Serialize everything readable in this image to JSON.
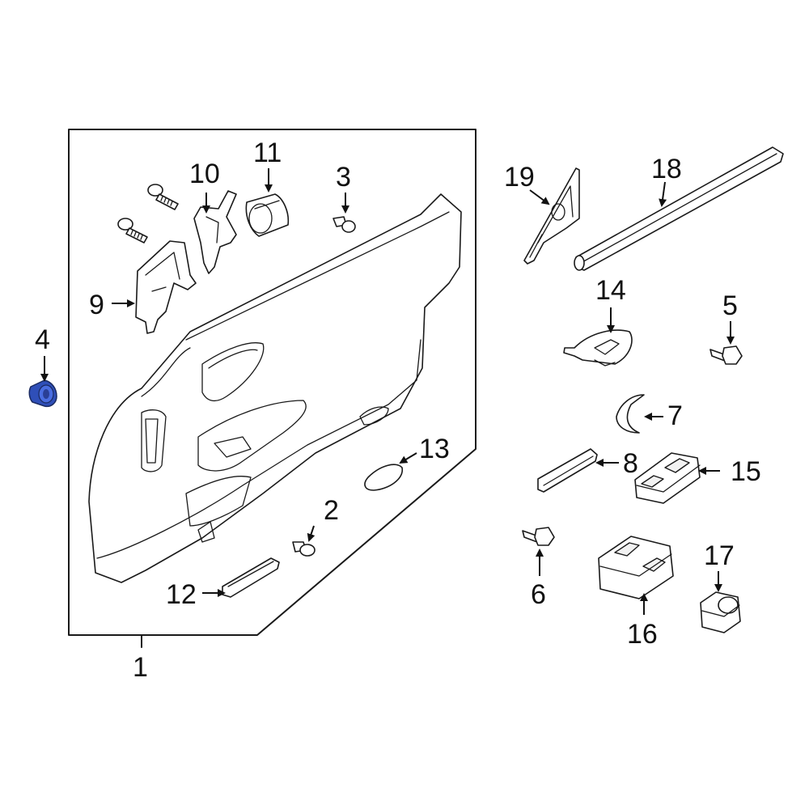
{
  "diagram": {
    "highlight_color": "#3a5fcd",
    "callouts": [
      {
        "id": "1",
        "label": "1"
      },
      {
        "id": "2",
        "label": "2"
      },
      {
        "id": "3",
        "label": "3"
      },
      {
        "id": "4",
        "label": "4",
        "highlighted": true
      },
      {
        "id": "5",
        "label": "5"
      },
      {
        "id": "6",
        "label": "6"
      },
      {
        "id": "7",
        "label": "7"
      },
      {
        "id": "8",
        "label": "8"
      },
      {
        "id": "9",
        "label": "9"
      },
      {
        "id": "10",
        "label": "10"
      },
      {
        "id": "11",
        "label": "11"
      },
      {
        "id": "12",
        "label": "12"
      },
      {
        "id": "13",
        "label": "13"
      },
      {
        "id": "14",
        "label": "14"
      },
      {
        "id": "15",
        "label": "15"
      },
      {
        "id": "16",
        "label": "16"
      },
      {
        "id": "17",
        "label": "17"
      },
      {
        "id": "18",
        "label": "18"
      },
      {
        "id": "19",
        "label": "19"
      }
    ]
  }
}
